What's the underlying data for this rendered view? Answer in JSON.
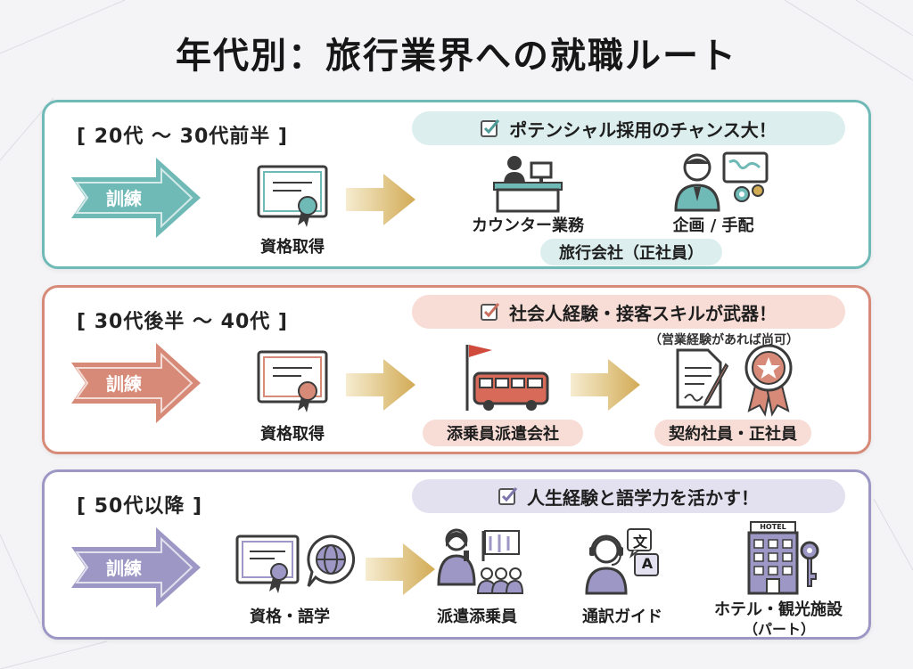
{
  "title": "年代別：旅行業界への就職ルート",
  "sections": [
    {
      "period": "[ 20代 ～ 30代前半 ]",
      "tagline": "ポテンシャル採用のチャンス大！",
      "training": "訓練",
      "qualification": "資格取得",
      "roles": [
        "カウンター業務",
        "企画 / 手配"
      ],
      "destination": "旅行会社（正社員）",
      "color": "#6fb9b6",
      "pill_color": "#dcefee"
    },
    {
      "period": "[ 30代後半 ～ 40代 ]",
      "tagline": "社会人経験・接客スキルが武器！",
      "note": "（営業経験があれば尚可）",
      "training": "訓練",
      "qualification": "資格取得",
      "route_step": "添乗員派遣会社",
      "destination": "契約社員・正社員",
      "color": "#d78a77",
      "pill_color": "#f8ddd6"
    },
    {
      "period": "[ 50代以降 ]",
      "tagline": "人生経験と語学力を活かす！",
      "training": "訓練",
      "qualification": "資格・語学",
      "roles": [
        "派遣添乗員",
        "通訳ガイド",
        "ホテル・観光施設"
      ],
      "roles_note": "（パート）",
      "hotel_sign": "HOTEL",
      "translate_chars": [
        "文",
        "A"
      ],
      "color": "#9c97c4",
      "pill_color": "#e3e1f0"
    }
  ]
}
